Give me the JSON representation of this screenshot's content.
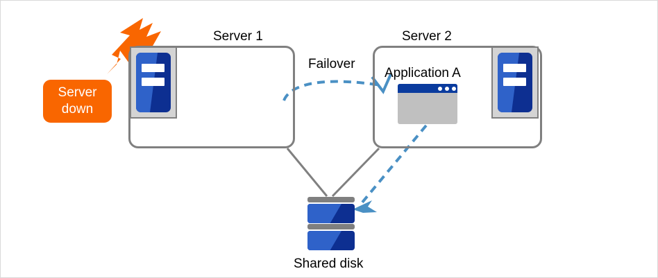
{
  "diagram": {
    "title_labels": {
      "server1": "Server 1",
      "server2": "Server 2",
      "failover": "Failover",
      "application": "Application A",
      "shared_disk": "Shared disk"
    },
    "badge": {
      "line1": "Server",
      "line2": "down"
    },
    "colors": {
      "alert_orange": "#f96600",
      "box_border_grey": "#808080",
      "server_blue_light": "#2f62c9",
      "server_blue_dark": "#0d2f91",
      "window_titlebar": "#0a3b9e",
      "window_body": "#c0c0c0",
      "arrow_blue": "#4a90c4",
      "disk_cap_grey": "#7f7f7f",
      "text_black": "#000000",
      "canvas_white": "#ffffff"
    },
    "icons": {
      "server1_machine": "server-tower-icon",
      "server2_machine": "server-tower-icon",
      "app_window": "application-window-icon",
      "shared_disk": "disk-stack-icon",
      "failure_burst": "lightning-burst-icon",
      "failover_arrow": "curved-dashed-arrow-icon",
      "disk_access_arrow": "straight-dashed-arrow-icon"
    }
  }
}
